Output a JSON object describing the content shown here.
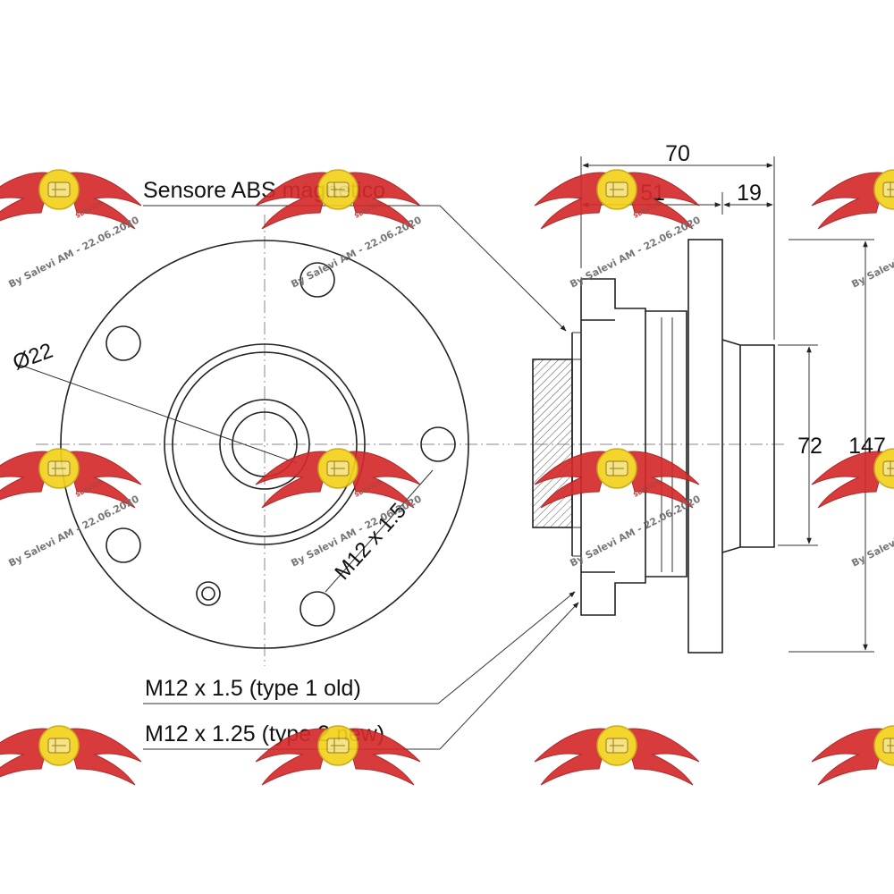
{
  "labels": {
    "abs_sensor": "Sensore ABS magnetico",
    "bore_diameter": "Ø22",
    "stud_thread": "M12 x 1.5",
    "thread_type1": "M12 x 1.5  (type 1 old)",
    "thread_type2": "M12 x 1.25 (type 2 new)"
  },
  "dimensions": {
    "total_width": "70",
    "inner_width": "51",
    "flange_offset": "19",
    "hub_diameter": "72",
    "flange_diameter": "147"
  },
  "watermark": {
    "text": "By Salevi AM - 22.06.2020",
    "badge_word": "SERVICE"
  },
  "colors": {
    "line": "#222222",
    "center_line": "#888888",
    "hatch": "#555555",
    "wing": "#d42a2a",
    "wing_dark": "#a81818",
    "badge": "#f2d21b"
  }
}
